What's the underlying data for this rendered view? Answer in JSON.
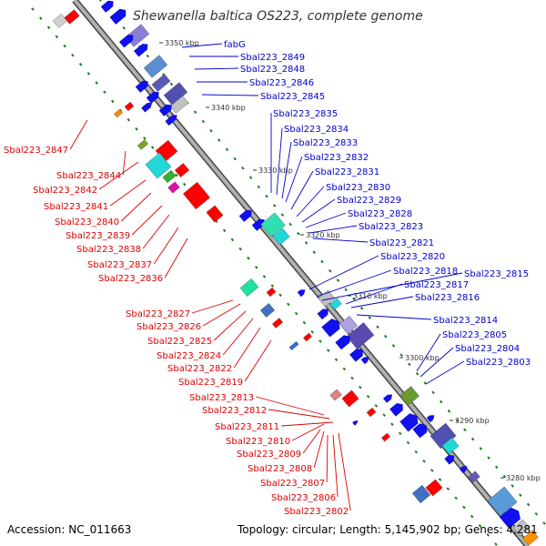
{
  "title": "Shewanella baltica OS223, complete genome",
  "footer": {
    "accession_label": "Accession:",
    "accession": "NC_011663",
    "topology_label": "Topology:",
    "topology": "circular",
    "length_label": "Length:",
    "length": "5,145,902 bp",
    "genes_label": "Genes:",
    "genes": "4,281"
  },
  "colors": {
    "forward_label": "#0000cc",
    "reverse_label": "#dd0000",
    "backbone": "#888888",
    "tick": "#1a7a1a",
    "blue_gene": "#1010f0",
    "red_gene": "#ff0000"
  },
  "kbp_ticks": [
    "3350 kbp",
    "3340 kbp",
    "3330 kbp",
    "3320 kbp",
    "3310 kbp",
    "3300 kbp",
    "3290 kbp",
    "3280 kbp"
  ],
  "forward_genes": [
    "fabG",
    "Sbal223_2849",
    "Sbal223_2848",
    "Sbal223_2846",
    "Sbal223_2845",
    "Sbal223_2835",
    "Sbal223_2834",
    "Sbal223_2833",
    "Sbal223_2832",
    "Sbal223_2831",
    "Sbal223_2830",
    "Sbal223_2829",
    "Sbal223_2828",
    "Sbal223_2823",
    "Sbal223_2821",
    "Sbal223_2820",
    "Sbal223_2818",
    "Sbal223_2815",
    "Sbal223_2817",
    "Sbal223_2816",
    "Sbal223_2814",
    "Sbal223_2805",
    "Sbal223_2804",
    "Sbal223_2803"
  ],
  "reverse_genes": [
    "Sbal223_2847",
    "Sbal223_2844",
    "Sbal223_2842",
    "Sbal223_2841",
    "Sbal223_2840",
    "Sbal223_2839",
    "Sbal223_2838",
    "Sbal223_2837",
    "Sbal223_2836",
    "Sbal223_2827",
    "Sbal223_2826",
    "Sbal223_2825",
    "Sbal223_2824",
    "Sbal223_2822",
    "Sbal223_2819",
    "Sbal223_2813",
    "Sbal223_2812",
    "Sbal223_2811",
    "Sbal223_2810",
    "Sbal223_2809",
    "Sbal223_2808",
    "Sbal223_2807",
    "Sbal223_2806",
    "Sbal223_2802"
  ]
}
